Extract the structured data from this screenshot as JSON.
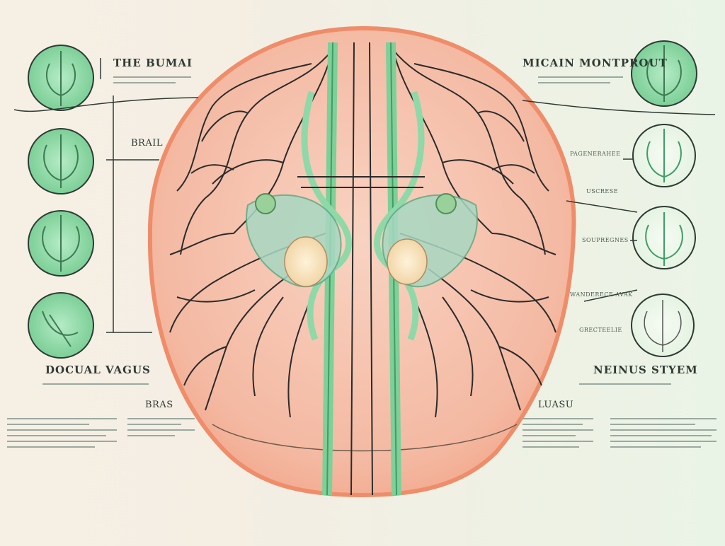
{
  "labels": {
    "title_left": "THE BUMAI",
    "title_right": "MICAIN MONTPROUT",
    "label_brail": "BRAIL",
    "label_pagecenter": "PAGENERAHEE",
    "label_uscrese": "USCRESE",
    "label_soupcenter": "SOUPREGNES",
    "label_wanderedi": "WANDERECE AVAK",
    "label_grecteel": "GRECTEELIE",
    "heading_left": "DOCUAL VAGUS",
    "heading_right": "NEINUS STYEM",
    "sub_left": "BRAS",
    "sub_right": "LUASU"
  },
  "colors": {
    "brain_fill": "#f5c2ad",
    "brain_outline": "#e9805f",
    "nerve_green": "#7fcf98",
    "nerve_green_dark": "#3f9d66",
    "vein": "#2b2b2b",
    "badge_fill": "#8fd9a8",
    "background": "#f3eee3"
  }
}
